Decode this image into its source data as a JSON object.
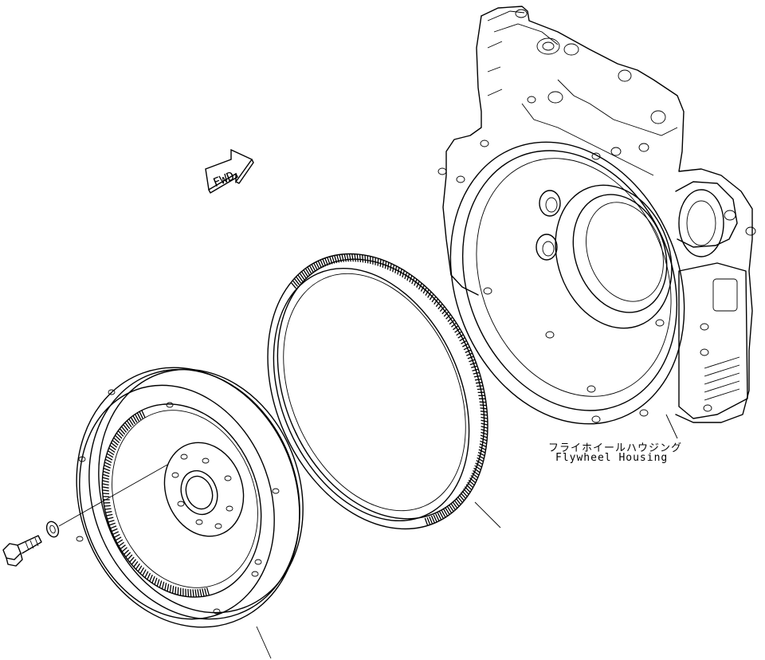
{
  "direction_marker": {
    "text": "FWD"
  },
  "labels": {
    "flywheel_housing_jp": "フライホイールハウジング",
    "flywheel_housing_en": "Flywheel Housing"
  }
}
